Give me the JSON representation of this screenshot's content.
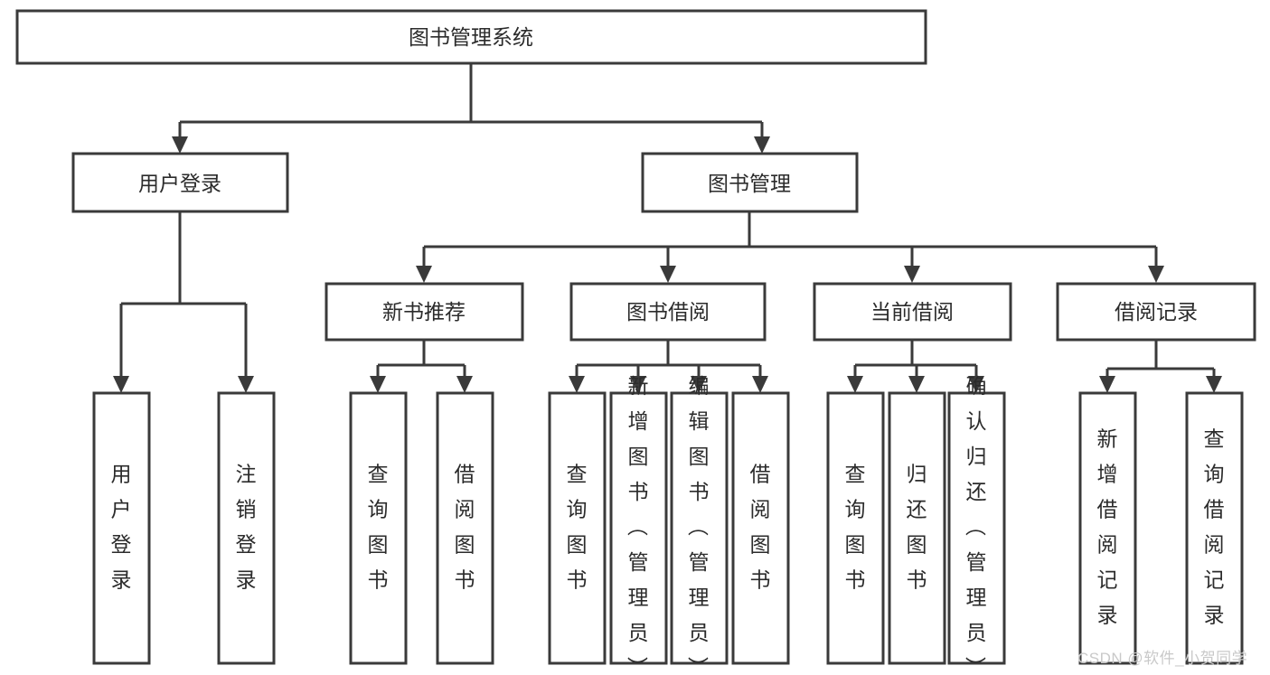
{
  "diagram": {
    "type": "tree-hierarchy",
    "title": "图书管理系统",
    "watermark": "CSDN @软件_小贺同学",
    "colors": {
      "stroke": "#3a3a3a",
      "fill": "#ffffff",
      "text": "#2b2b2b",
      "background": "#ffffff",
      "watermark": "#c9c9c9"
    },
    "root": {
      "label": "图书管理系统"
    },
    "level2": [
      {
        "label": "用户登录"
      },
      {
        "label": "图书管理"
      }
    ],
    "level3": [
      {
        "label": "新书推荐"
      },
      {
        "label": "图书借阅"
      },
      {
        "label": "当前借阅"
      },
      {
        "label": "借阅记录"
      }
    ],
    "leaves": {
      "user_login": [
        {
          "label": "用户登录"
        },
        {
          "label": "注销登录"
        }
      ],
      "new_book_recommend": [
        {
          "label": "查询图书"
        },
        {
          "label": "借阅图书"
        }
      ],
      "book_borrow": [
        {
          "label": "查询图书"
        },
        {
          "label": "新增图书（管理员）"
        },
        {
          "label": "编辑图书（管理员）"
        },
        {
          "label": "借阅图书"
        }
      ],
      "current_borrow": [
        {
          "label": "查询图书"
        },
        {
          "label": "归还图书"
        },
        {
          "label": "确认归还（管理员）"
        }
      ],
      "borrow_record": [
        {
          "label": "新增借阅记录"
        },
        {
          "label": "查询借阅记录"
        }
      ]
    }
  }
}
